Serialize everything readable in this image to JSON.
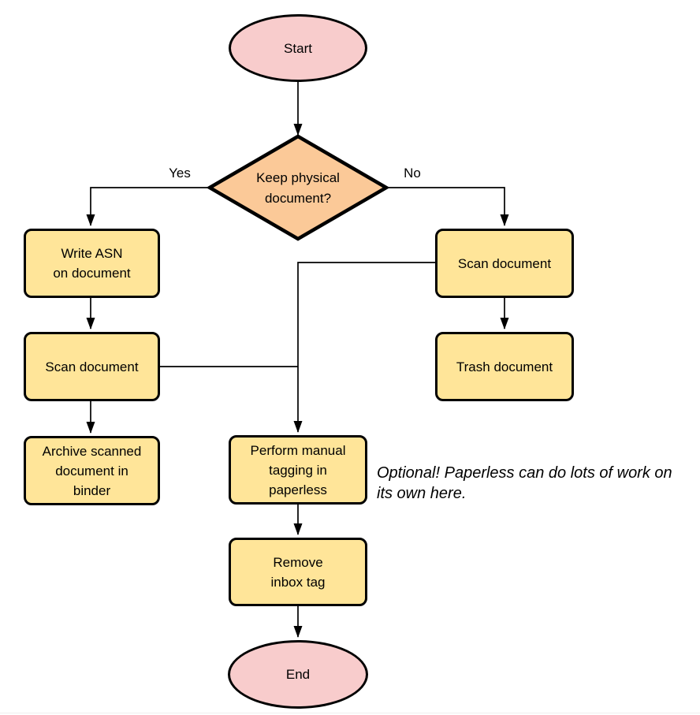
{
  "diagram": {
    "nodes": {
      "start": {
        "label": "Start",
        "type": "terminator"
      },
      "decision": {
        "label": "Keep physical\ndocument?",
        "type": "decision"
      },
      "write_asn": {
        "label": "Write ASN\non document",
        "type": "process"
      },
      "scan_left": {
        "label": "Scan document",
        "type": "process"
      },
      "archive": {
        "label": "Archive scanned\ndocument in\nbinder",
        "type": "process"
      },
      "scan_right": {
        "label": "Scan document",
        "type": "process"
      },
      "trash": {
        "label": "Trash document",
        "type": "process"
      },
      "tagging": {
        "label": "Perform manual\ntagging in\npaperless",
        "type": "process"
      },
      "remove_inbox": {
        "label": "Remove\ninbox tag",
        "type": "process"
      },
      "end": {
        "label": "End",
        "type": "terminator"
      }
    },
    "edge_labels": {
      "yes": "Yes",
      "no": "No"
    },
    "note": "Optional! Paperless can do lots of work on\nits own here.",
    "colors": {
      "terminator_fill": "#f8cccc",
      "decision_fill": "#fbc998",
      "process_fill": "#ffe599",
      "stroke": "#000000",
      "background": "#ffffff"
    }
  }
}
